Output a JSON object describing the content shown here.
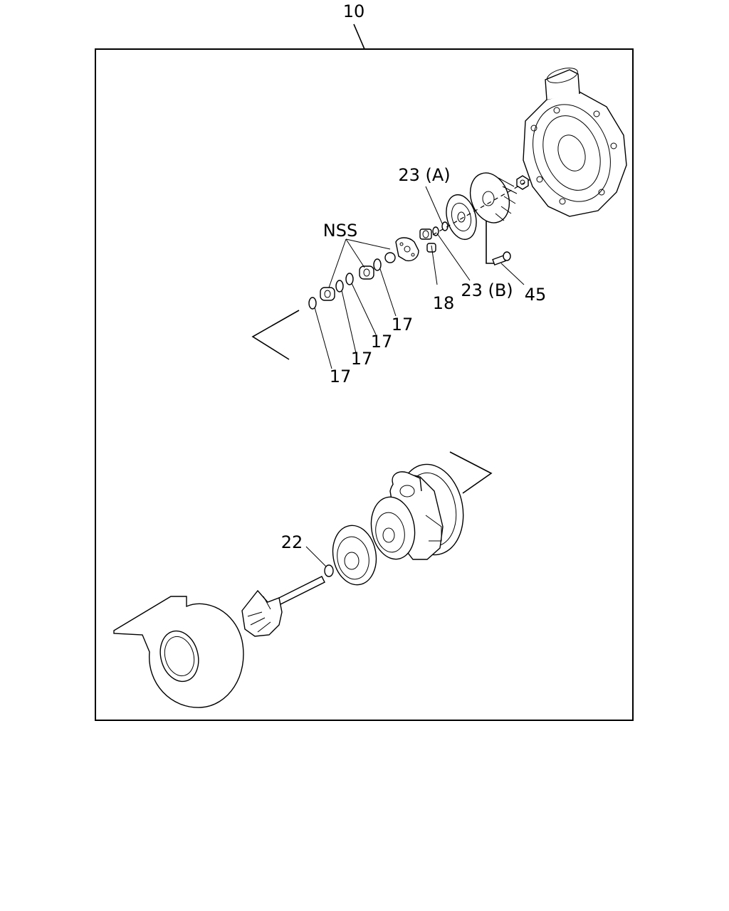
{
  "diagram": {
    "labels": {
      "assembly": "10",
      "nss": "NSS",
      "p23a": "23 (A)",
      "p23b": "23 (B)",
      "p18": "18",
      "p45": "45",
      "p17a": "17",
      "p17b": "17",
      "p17c": "17",
      "p17d": "17",
      "p22": "22"
    }
  }
}
